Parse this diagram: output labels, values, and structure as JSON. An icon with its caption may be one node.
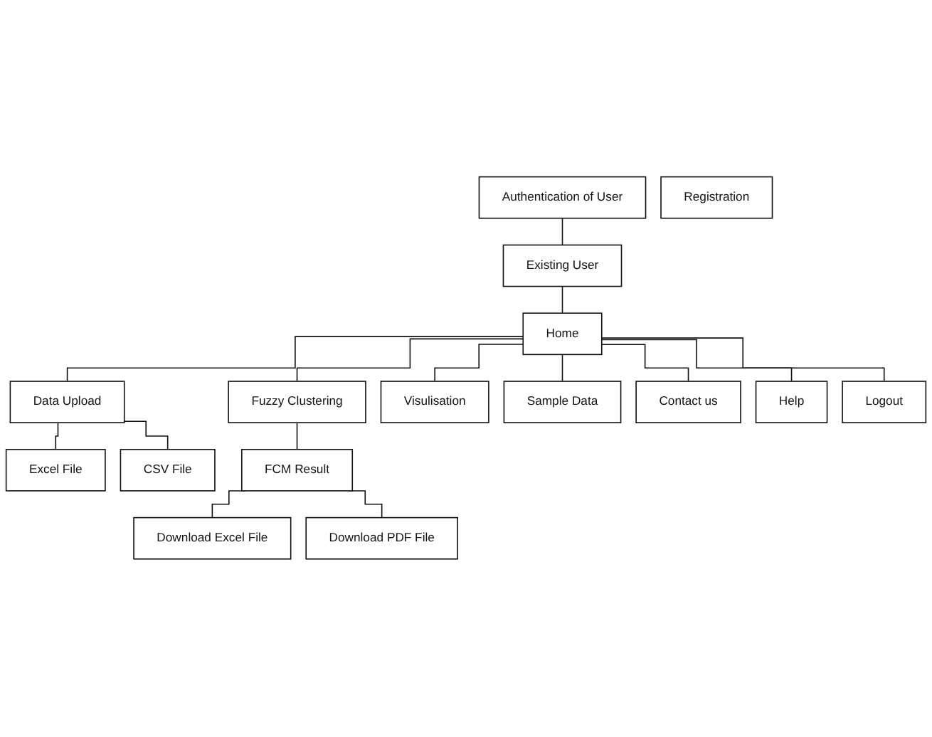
{
  "diagram": {
    "nodes": [
      {
        "text": [
          "Authentication of User"
        ]
      },
      {
        "text": [
          "Existing User"
        ]
      },
      {
        "text": [
          "Registration"
        ]
      },
      {
        "text": [
          "Home"
        ]
      },
      {
        "text": [
          "Data Upload"
        ]
      },
      {
        "text": [
          "Fuzzy Clustering"
        ]
      },
      {
        "text": [
          "Visulisation"
        ]
      },
      {
        "text": [
          "Sample Data"
        ]
      },
      {
        "text": [
          "Excel File"
        ]
      },
      {
        "text": [
          "CSV File"
        ]
      },
      {
        "text": [
          "FCM Result"
        ]
      },
      {
        "text": [
          "Contact us"
        ]
      },
      {
        "text": [
          "Help"
        ]
      },
      {
        "text": [
          "Logout"
        ]
      },
      {
        "text": [
          "Download Excel File"
        ]
      },
      {
        "text": [
          "Download PDF File"
        ]
      }
    ],
    "edges": [
      {
        "from": 0,
        "to": 1,
        "arrow": "none"
      },
      {
        "from": 1,
        "to": 3,
        "arrow": "none"
      },
      {
        "from": 3,
        "to": 4,
        "arrow": "none"
      },
      {
        "from": 3,
        "to": 5,
        "arrow": "none"
      },
      {
        "from": 3,
        "to": 6,
        "arrow": "none"
      },
      {
        "from": 3,
        "to": 7,
        "arrow": "none"
      },
      {
        "from": 3,
        "to": 11,
        "arrow": "none"
      },
      {
        "from": 3,
        "to": 12,
        "arrow": "none"
      },
      {
        "from": 3,
        "to": 13,
        "arrow": "none"
      },
      {
        "from": 4,
        "to": 8,
        "arrow": "none"
      },
      {
        "from": 4,
        "to": 9,
        "arrow": "none"
      },
      {
        "from": 5,
        "to": 10,
        "arrow": "none"
      },
      {
        "from": 10,
        "to": 14,
        "arrow": "none"
      },
      {
        "from": 10,
        "to": 15,
        "arrow": "none"
      }
    ]
  }
}
